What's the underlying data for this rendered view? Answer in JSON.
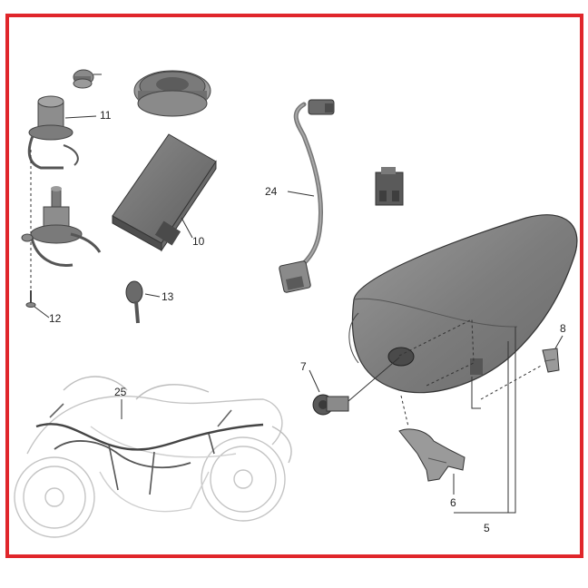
{
  "frame": {
    "border_color": "#e0262b",
    "background": "#ffffff"
  },
  "parts": [
    {
      "id": "wiring-harness",
      "label": "24"
    },
    {
      "id": "ignition-switch",
      "label": "11"
    },
    {
      "id": "ecu",
      "label": "10"
    },
    {
      "id": "bolt",
      "label": "12"
    },
    {
      "id": "key",
      "label": "13"
    },
    {
      "id": "seat-lock",
      "label": "7"
    },
    {
      "id": "bracket",
      "label": "8"
    },
    {
      "id": "seat-latch",
      "label": "6"
    },
    {
      "id": "seat-assembly",
      "label": "5"
    },
    {
      "id": "main-harness",
      "label": "25"
    }
  ],
  "colors": {
    "part_gray": "#8a8a8a",
    "part_dark": "#5a5a5a",
    "line": "#333333",
    "bike_faded": "#cfcfcf"
  }
}
